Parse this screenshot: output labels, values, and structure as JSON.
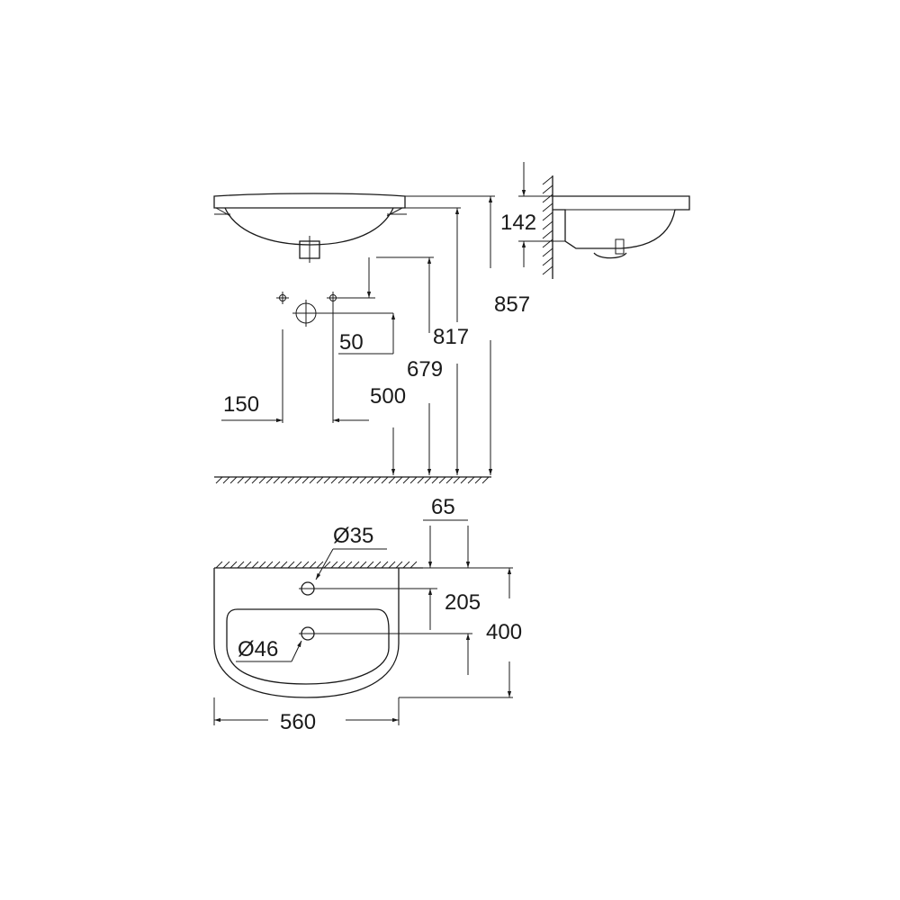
{
  "dimensions": {
    "side_height_142": "142",
    "total_height_857": "857",
    "rim_height_817": "817",
    "hole_height_679": "679",
    "drain_height_500": "500",
    "hole_offset_50": "50",
    "hole_spacing_150": "150",
    "tap_hole_offset_65": "65",
    "drain_depth_205": "205",
    "depth_400": "400",
    "width_560": "560",
    "tap_hole_diameter": "Ø35",
    "drain_diameter": "Ø46"
  },
  "colors": {
    "line": "#1a1a1a",
    "background": "#ffffff"
  }
}
